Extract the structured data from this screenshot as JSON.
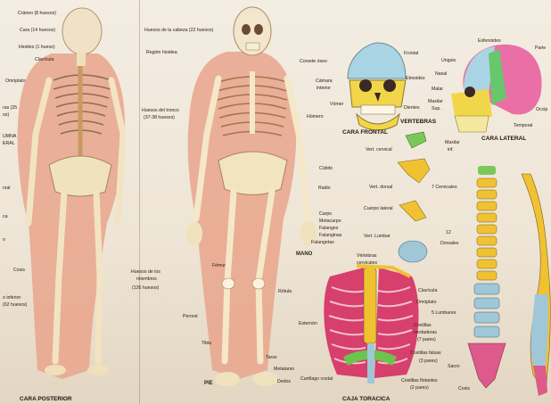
{
  "labels": {
    "left": {
      "craneo": "Cráneo (8 huesos)",
      "cara": "Cara (14 huesos)",
      "hioides": "Hioides (1 hueso)",
      "clavicula": "Clavícula",
      "omoplato": "Omóplato",
      "ribs_partial": "ras (25",
      "ribs_partial2": "os)",
      "columna_partial": "UMNA",
      "columna_partial2": "ERAL",
      "partial_rs": "rsal",
      "partial_ca": "ca",
      "partial_o": "o",
      "coxis": "Coxis",
      "inferior": "o inferior",
      "inferior2": "(62 huesos)",
      "caption": "CARA POSTERIOR"
    },
    "middle": {
      "cabeza": "Huesos de la cabeza (22 huesos)",
      "hioidea": "Región hioidea",
      "tronco": "Huesos del tronco",
      "tronco2": "(37-38 huesos)",
      "miembros": "Huesos de los",
      "miembros2": "miembros",
      "miembros3": "(126 huesos)",
      "femur": "Fémur",
      "perone": "Peroné",
      "tibia": "Tibia",
      "pie": "PIE",
      "tarso": "Tarso",
      "metatarso": "Metatarso",
      "dedos": "Dedos",
      "corsete": "Corsete óseo",
      "camara": "Cámara",
      "camara2": "interior",
      "humero": "Húmero",
      "cubito": "Cúbito",
      "radio": "Radio",
      "carpo": "Carpo",
      "metacarpo": "Metacarpo",
      "falanges": "Falanges",
      "falanginas": "Falanginas",
      "falangetas": "Falangetas",
      "mano": "MANO",
      "rotula": "Rótula"
    },
    "skull_front": {
      "frontal": "Frontal",
      "etmoides": "Etmoides",
      "dientes": "Dientes",
      "vomer": "Vómer",
      "caption": "CARA FRONTAL"
    },
    "skull_lateral": {
      "esfenoides": "Esfenoides",
      "parietal": "Parie",
      "unguis": "Unguis",
      "nasal": "Nasal",
      "malar": "Malar",
      "maxilar_sup": "Maxilar",
      "maxilar_sup2": "Sup.",
      "occipital": "Occip",
      "temporal": "Temporal",
      "maxilar_inf": "Maxilar",
      "maxilar_inf2": "inf.",
      "caption": "CARA LATERAL"
    },
    "vertebras": {
      "caption": "VERTEBRAS",
      "cervical": "Vert. cervical",
      "dorsal": "Vert. dorsal",
      "cuerpo": "Cuerpo lateral",
      "lumbar": "Vert. Lumbar",
      "cervicales": "Vértebras",
      "cervicales2": "cervicales",
      "c7": "7 Cervicales",
      "d12": "12",
      "d12b": "Dorsales",
      "l5": "5 Lumbares",
      "sacro": "Sacro",
      "coxis": "Coxis"
    },
    "torax": {
      "clavicula": "Clavícula",
      "omoplato": "Omóplato",
      "esternon": "Esternón",
      "verdaderas": "Costillas",
      "verdaderas2": "verdaderas",
      "verdaderas3": "(7 pares)",
      "falsas": "Costillas falsas",
      "falsas2": "(3 pares)",
      "flotantes": "Costillas flotantes",
      "flotantes2": "(2 pares)",
      "cartilago": "Cartílago costal",
      "caption": "CAJA TORACICA"
    }
  },
  "colors": {
    "paper": "#f1eadf",
    "flesh": "#e9a58c",
    "bone": "#f4e8c8",
    "skull_blue": "#a9d4e4",
    "skull_yellow": "#f1d64a",
    "skull_pink": "#e96fa6",
    "skull_green": "#66c86a",
    "rib_red": "#d73f6c",
    "cartilage_green": "#6bc44d",
    "spine_yellow": "#f0c232",
    "spine_blue": "#9fc7d8",
    "sacrum_pink": "#dd5a8a"
  }
}
